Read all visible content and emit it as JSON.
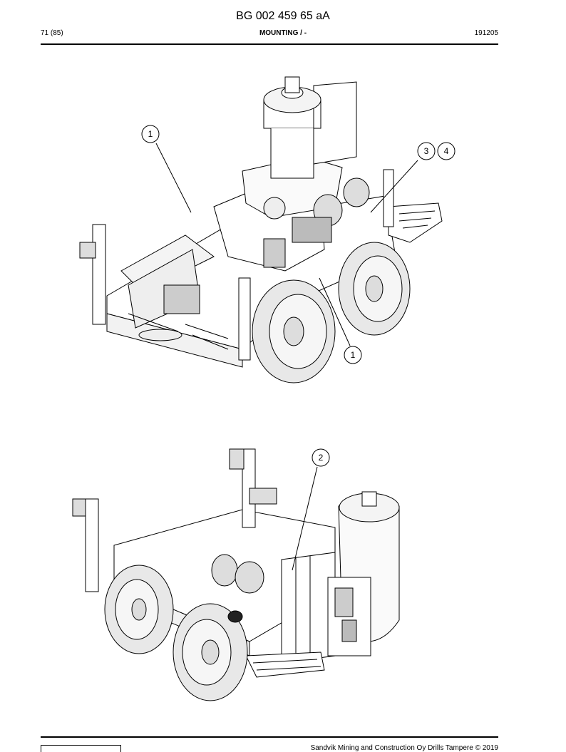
{
  "header": {
    "doc_id": "BG 002 459 65 aA",
    "page": "71 (85)",
    "section": "MOUNTING / -",
    "date": "191205"
  },
  "figure_top": {
    "callouts": [
      {
        "label": "1"
      },
      {
        "label": "3"
      },
      {
        "label": "4"
      },
      {
        "label": "1"
      }
    ]
  },
  "figure_bottom": {
    "callouts": [
      {
        "label": "2"
      }
    ]
  },
  "footer": {
    "copyright": "Sandvik Mining and Construction Oy Drills Tampere © 2019"
  }
}
